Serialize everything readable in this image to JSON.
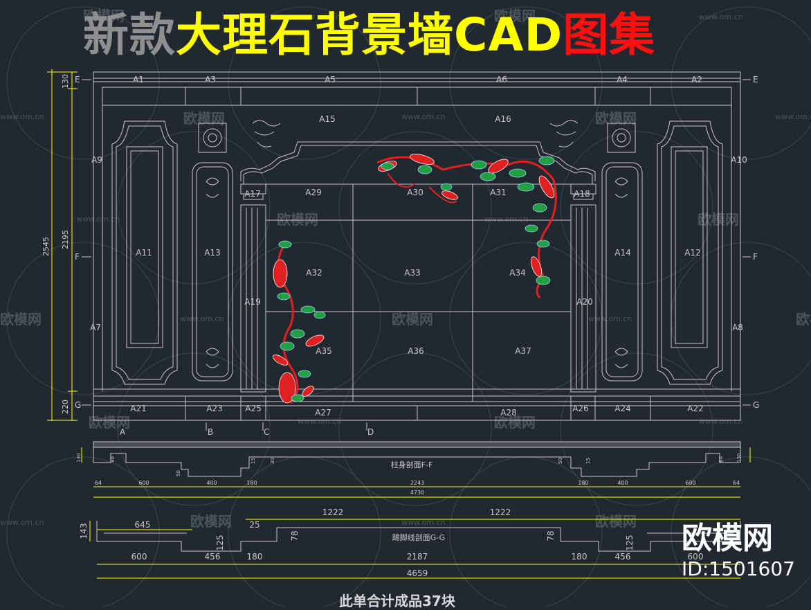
{
  "title": {
    "part_gray": "新款",
    "part_yellow": "大理石背景墙CAD",
    "part_red": "图集"
  },
  "watermark": {
    "brand": "欧模网",
    "url": "www.om.cn"
  },
  "brand_logo": {
    "name": "欧模网",
    "id": "ID:1501607"
  },
  "footer": "此单合计成品37块",
  "panels": {
    "A1": "A1",
    "A2": "A2",
    "A3": "A3",
    "A4": "A4",
    "A5": "A5",
    "A6": "A6",
    "A7": "A7",
    "A8": "A8",
    "A9": "A9",
    "A10": "A10",
    "A11": "A11",
    "A12": "A12",
    "A13": "A13",
    "A14": "A14",
    "A15": "A15",
    "A16": "A16",
    "A17": "A17",
    "A18": "A18",
    "A19": "A19",
    "A20": "A20",
    "A21": "A21",
    "A22": "A22",
    "A23": "A23",
    "A24": "A24",
    "A25": "A25",
    "A26": "A26",
    "A27": "A27",
    "A28": "A28",
    "A29": "A29",
    "A30": "A30",
    "A31": "A31",
    "A32": "A32",
    "A33": "A33",
    "A34": "A34",
    "A35": "A35",
    "A36": "A36",
    "A37": "A37"
  },
  "section_marks": {
    "E": "E",
    "F": "F",
    "G": "G"
  },
  "column_marks": {
    "A": "A",
    "B": "B",
    "C": "C",
    "D": "D"
  },
  "height_dims": {
    "total": "2545",
    "middle": "2195",
    "top": "130",
    "bottom": "220"
  },
  "section_ff": {
    "label": "柱身剖面F-F",
    "dims": {
      "d64a": "64",
      "d600a": "600",
      "d400a": "400",
      "d180a": "180",
      "d2243": "2243",
      "d180b": "180",
      "d400b": "400",
      "d600b": "600",
      "d64b": "64",
      "total": "4730"
    },
    "small": {
      "s130a": "130",
      "s80a": "80",
      "s50a": "50",
      "s15a": "15",
      "s30a": "30",
      "s50b": "50",
      "s15b": "15",
      "s80b": "80",
      "s130b": "130"
    }
  },
  "section_gg": {
    "label": "踢脚线剖面G-G",
    "dims": {
      "d645": "645",
      "d25": "25",
      "d1222a": "1222",
      "d1222b": "1222",
      "d143": "143",
      "d125a": "125",
      "d78a": "78",
      "d78b": "78",
      "d125b": "125",
      "d600a": "600",
      "d456a": "456",
      "d180a": "180",
      "d2187": "2187",
      "d180b": "180",
      "d456b": "456",
      "d600b": "600",
      "total": "4659"
    }
  },
  "colors": {
    "background": "#212830",
    "line": "#c8c8c8",
    "dim": "#ffff00",
    "leaf": "#20a040",
    "petal": "#e02020"
  }
}
